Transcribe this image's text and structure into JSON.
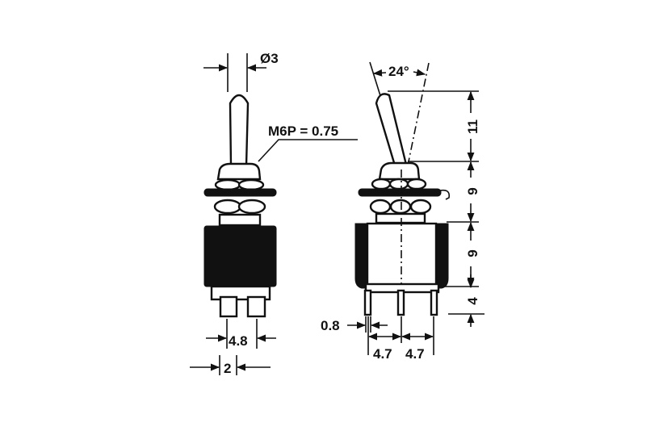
{
  "left_view": {
    "diameter_label": "Ø3",
    "thread_label": "M6P = 0.75",
    "pin_spacing_label": "4.8",
    "pin_width_label": "2"
  },
  "right_view": {
    "angle_label": "24°",
    "lever_height_label": "11",
    "bushing_height_label": "9",
    "body_height_label": "9",
    "terminal_length_label": "4",
    "terminal_thickness_label": "0.8",
    "pin_pitch_left_label": "4.7",
    "pin_pitch_right_label": "4.7"
  }
}
